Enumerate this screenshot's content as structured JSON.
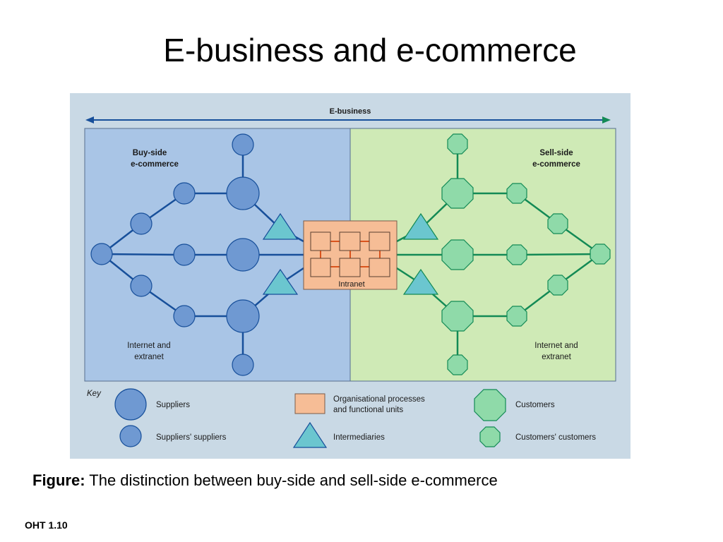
{
  "slide": {
    "title": "E-business and e-commerce",
    "footer": "OHT 1.10"
  },
  "caption": {
    "label": "Figure:",
    "text": "The distinction between buy-side and sell-side e-commerce"
  },
  "diagram": {
    "top_label": "E-business",
    "buy_side": {
      "line1": "Buy-side",
      "line2": "e-commerce"
    },
    "sell_side": {
      "line1": "Sell-side",
      "line2": "e-commerce"
    },
    "left_network": {
      "line1": "Internet and",
      "line2": "extranet"
    },
    "right_network": {
      "line1": "Internet and",
      "line2": "extranet"
    },
    "intranet_label": "Intranet",
    "colors": {
      "background": "#c9d9e5",
      "buy_panel": "#a9c5e6",
      "sell_panel": "#cfeab6",
      "supplier": "#6f99d2",
      "supplier_line": "#174f9a",
      "customer": "#8fdaa9",
      "customer_line": "#138a55",
      "intermediary": "#6bc6cf",
      "intranet": "#f6bd96",
      "intranet_link": "#d9541e"
    }
  },
  "key": {
    "title": "Key",
    "items": {
      "suppliers": "Suppliers",
      "suppliers_suppliers": "Suppliers' suppliers",
      "org_line1": "Organisational processes",
      "org_line2": "and functional units",
      "intermediaries": "Intermediaries",
      "customers": "Customers",
      "customers_customers": "Customers' customers"
    }
  }
}
